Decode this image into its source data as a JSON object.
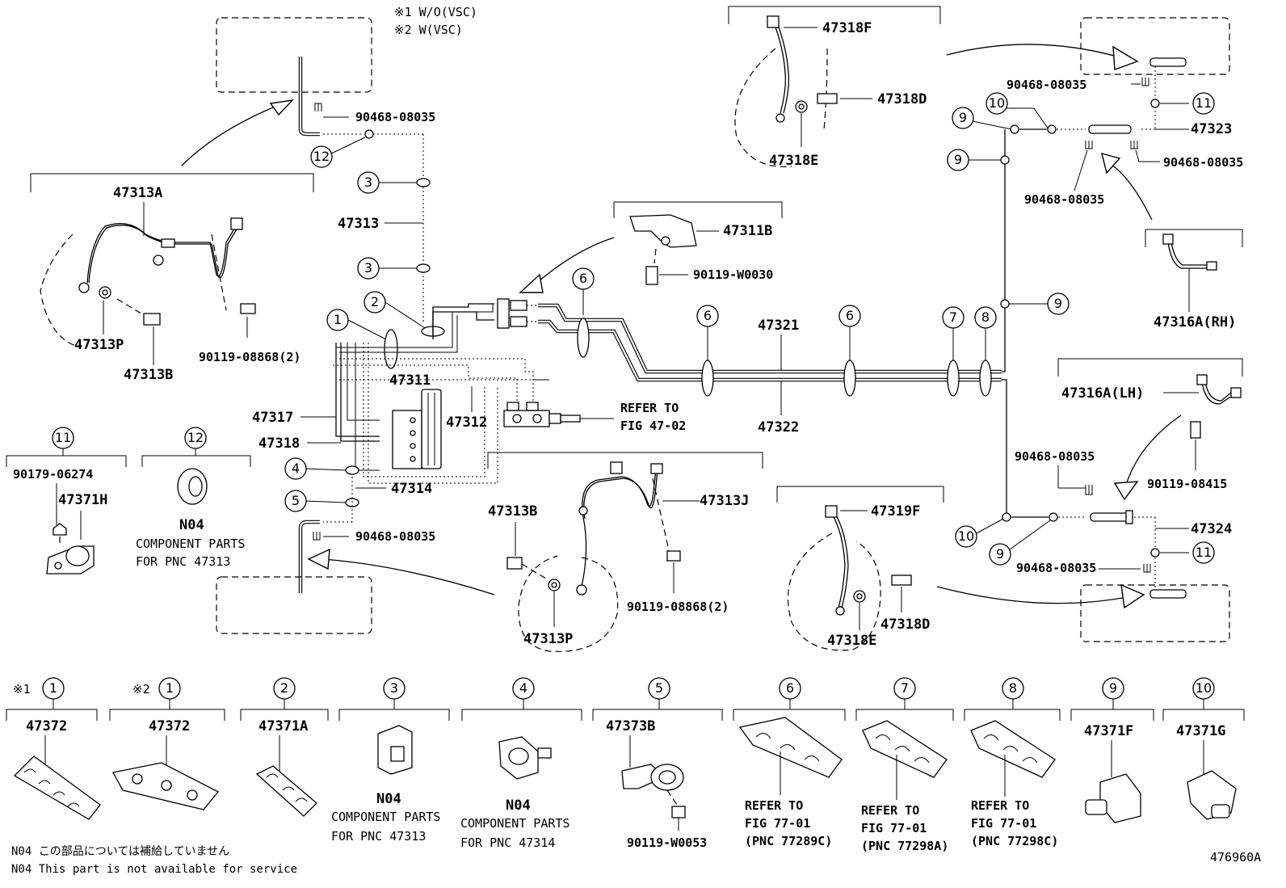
{
  "notes": {
    "note1": "※1 W/O(VSC)",
    "note2": "※2 W(VSC)"
  },
  "labels": {
    "p47313A": "47313A",
    "p47313P_left": "47313P",
    "p47313B_left": "47313B",
    "p90119_08868_left": "90119-08868(2)",
    "p90468_top": "90468-08035",
    "p47313": "47313",
    "p47317": "47317",
    "p47318": "47318",
    "p47312": "47312",
    "p47311": "47311",
    "p47314": "47314",
    "p90468_left_bottom": "90468-08035",
    "p47311B": "47311B",
    "p90119_W0030": "90119-W0030",
    "p47321": "47321",
    "p47322": "47322",
    "refer_top_1": "REFER TO",
    "refer_top_2": "FIG 47-02",
    "p47313B_mid": "47313B",
    "p47313J": "47313J",
    "p90119_08868_mid": "90119-08868(2)",
    "p47313P_mid": "47313P",
    "p47318F": "47318F",
    "p47318D_top": "47318D",
    "p47318E_top": "47318E",
    "p90468_tr1": "90468-08035",
    "p47323": "47323",
    "p90468_tr2": "90468-08035",
    "p90468_tr3": "90468-08035",
    "p47316A_RH": "47316A(RH)",
    "p47316A_LH": "47316A(LH)",
    "p90119_08415": "90119-08415",
    "p90468_br1": "90468-08035",
    "p47324": "47324",
    "p90468_br2": "90468-08035",
    "p47319F": "47319F",
    "p47318D_bot": "47318D",
    "p47318E_bot": "47318E",
    "p90179_06274": "90179-06274",
    "p47371H": "47371H",
    "n04_12": "N04",
    "comp12_1": "COMPONENT PARTS",
    "comp12_2": "FOR PNC 47313"
  },
  "callouts": {
    "c1": "1",
    "c2": "2",
    "c3": "3",
    "c4": "4",
    "c5": "5",
    "c6": "6",
    "c7": "7",
    "c8": "8",
    "c9": "9",
    "c10": "10",
    "c11": "11",
    "c12": "12"
  },
  "legend": {
    "star1": "※1",
    "star2": "※2",
    "i1a_part": "47372",
    "i1b_part": "47372",
    "i2_part": "47371A",
    "i3_n04": "N04",
    "i3_comp1": "COMPONENT PARTS",
    "i3_comp2": "FOR PNC 47313",
    "i4_n04": "N04",
    "i4_comp1": "COMPONENT PARTS",
    "i4_comp2": "FOR PNC 47314",
    "i5_part": "47373B",
    "i5_bolt": "90119-W0053",
    "i6_r1": "REFER TO",
    "i6_r2": "FIG 77-01",
    "i6_r3": "(PNC 77289C)",
    "i7_r1": "REFER TO",
    "i7_r2": "FIG 77-01",
    "i7_r3": "(PNC 77298A)",
    "i8_r1": "REFER TO",
    "i8_r2": "FIG 77-01",
    "i8_r3": "(PNC 77298C)",
    "i9_part": "47371F",
    "i10_part": "47371G"
  },
  "footer": {
    "note_jp": "N04 この部品については補給していません",
    "note_en": "N04 This part is not available for service",
    "fig_id": "476960A"
  }
}
